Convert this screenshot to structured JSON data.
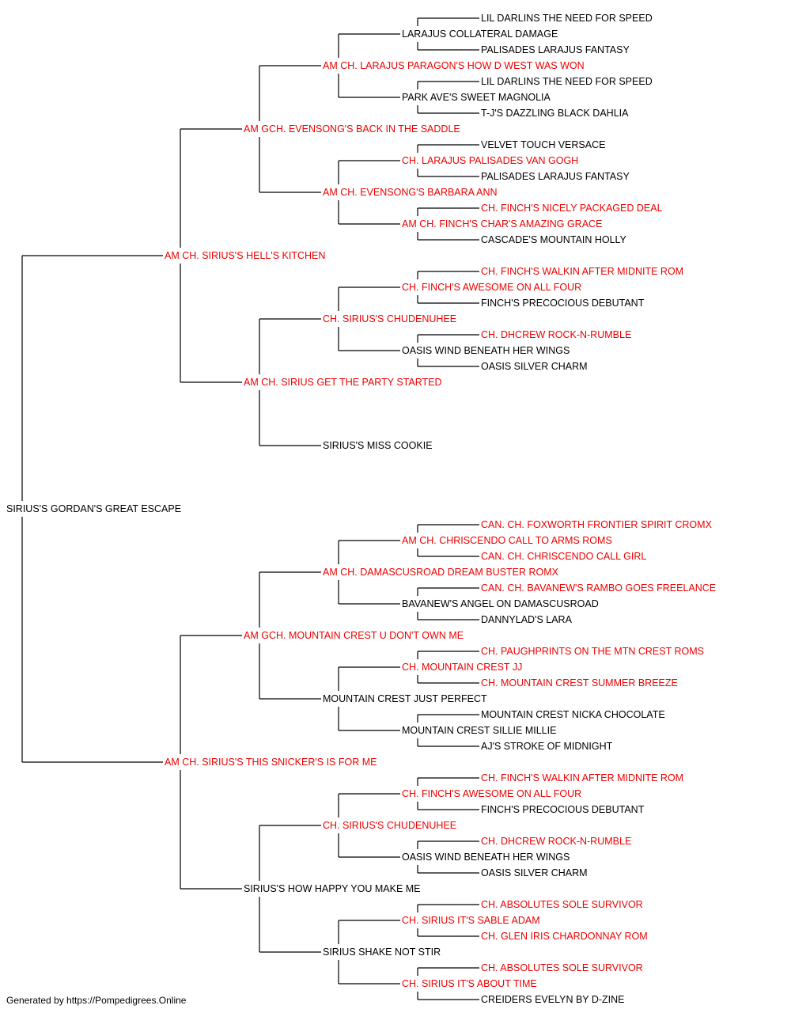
{
  "colors": {
    "champion": "#ee0000",
    "normal": "#000000",
    "line": "#000000"
  },
  "footer": "Generated by https://Pompedigrees.Online",
  "pedigree": {
    "name": "SIRIUS'S GORDAN'S GREAT ESCAPE",
    "champion": false,
    "sire": {
      "name": "AM CH. SIRIUS'S HELL'S KITCHEN",
      "champion": true,
      "sire": {
        "name": "AM GCH. EVENSONG'S BACK IN THE SADDLE",
        "champion": true,
        "sire": {
          "name": "AM CH. LARAJUS PARAGON'S HOW D WEST WAS WON",
          "champion": true,
          "sire": {
            "name": "LARAJUS COLLATERAL DAMAGE",
            "champion": false,
            "sire": {
              "name": "LIL DARLINS THE NEED FOR SPEED",
              "champion": false
            },
            "dam": {
              "name": "PALISADES LARAJUS FANTASY",
              "champion": false
            }
          },
          "dam": {
            "name": "PARK AVE'S SWEET MAGNOLIA",
            "champion": false,
            "sire": {
              "name": "LIL DARLINS THE NEED FOR SPEED",
              "champion": false
            },
            "dam": {
              "name": "T-J'S DAZZLING BLACK DAHLIA",
              "champion": false
            }
          }
        },
        "dam": {
          "name": "AM CH. EVENSONG'S BARBARA ANN",
          "champion": true,
          "sire": {
            "name": "CH. LARAJUS PALISADES VAN GOGH",
            "champion": true,
            "sire": {
              "name": "VELVET TOUCH VERSACE",
              "champion": false
            },
            "dam": {
              "name": "PALISADES LARAJUS FANTASY",
              "champion": false
            }
          },
          "dam": {
            "name": "AM CH. FINCH'S CHAR'S AMAZING GRACE",
            "champion": true,
            "sire": {
              "name": "CH. FINCH'S NICELY PACKAGED DEAL",
              "champion": true
            },
            "dam": {
              "name": "CASCADE'S MOUNTAIN HOLLY",
              "champion": false
            }
          }
        }
      },
      "dam": {
        "name": "AM CH. SIRIUS GET THE PARTY STARTED",
        "champion": true,
        "sire": {
          "name": "CH. SIRIUS'S CHUDENUHEE",
          "champion": true,
          "sire": {
            "name": "CH. FINCH'S AWESOME ON ALL FOUR",
            "champion": true,
            "sire": {
              "name": "CH. FINCH'S WALKIN AFTER MIDNITE ROM",
              "champion": true
            },
            "dam": {
              "name": "FINCH'S PRECOCIOUS DEBUTANT",
              "champion": false
            }
          },
          "dam": {
            "name": "OASIS WIND BENEATH HER WINGS",
            "champion": false,
            "sire": {
              "name": "CH. DHCREW ROCK-N-RUMBLE",
              "champion": true
            },
            "dam": {
              "name": "OASIS SILVER CHARM",
              "champion": false
            }
          }
        },
        "dam": {
          "name": "SIRIUS'S MISS COOKIE",
          "champion": false
        }
      }
    },
    "dam": {
      "name": "AM CH. SIRIUS'S THIS SNICKER'S IS FOR ME",
      "champion": true,
      "sire": {
        "name": "AM GCH. MOUNTAIN CREST U DON'T OWN ME",
        "champion": true,
        "sire": {
          "name": "AM CH. DAMASCUSROAD DREAM BUSTER ROMX",
          "champion": true,
          "sire": {
            "name": "AM CH. CHRISCENDO CALL TO ARMS ROMS",
            "champion": true,
            "sire": {
              "name": "CAN. CH. FOXWORTH FRONTIER SPIRIT CROMX",
              "champion": true
            },
            "dam": {
              "name": "CAN. CH. CHRISCENDO CALL GIRL",
              "champion": true
            }
          },
          "dam": {
            "name": "BAVANEW'S ANGEL ON DAMASCUSROAD",
            "champion": false,
            "sire": {
              "name": "CAN. CH. BAVANEW'S RAMBO GOES FREELANCE",
              "champion": true
            },
            "dam": {
              "name": "DANNYLAD'S LARA",
              "champion": false
            }
          }
        },
        "dam": {
          "name": "MOUNTAIN CREST JUST PERFECT",
          "champion": false,
          "sire": {
            "name": "CH. MOUNTAIN CREST JJ",
            "champion": true,
            "sire": {
              "name": "CH. PAUGHPRINTS ON THE MTN CREST ROMS",
              "champion": true
            },
            "dam": {
              "name": "CH. MOUNTAIN CREST SUMMER BREEZE",
              "champion": true
            }
          },
          "dam": {
            "name": "MOUNTAIN CREST SILLIE MILLIE",
            "champion": false,
            "sire": {
              "name": "MOUNTAIN CREST NICKA CHOCOLATE",
              "champion": false
            },
            "dam": {
              "name": "AJ'S STROKE OF MIDNIGHT",
              "champion": false
            }
          }
        }
      },
      "dam": {
        "name": "SIRIUS'S HOW HAPPY YOU MAKE ME",
        "champion": false,
        "sire": {
          "name": "CH. SIRIUS'S CHUDENUHEE",
          "champion": true,
          "sire": {
            "name": "CH. FINCH'S AWESOME ON ALL FOUR",
            "champion": true,
            "sire": {
              "name": "CH. FINCH'S WALKIN AFTER MIDNITE ROM",
              "champion": true
            },
            "dam": {
              "name": "FINCH'S PRECOCIOUS DEBUTANT",
              "champion": false
            }
          },
          "dam": {
            "name": "OASIS WIND BENEATH HER WINGS",
            "champion": false,
            "sire": {
              "name": "CH. DHCREW ROCK-N-RUMBLE",
              "champion": true
            },
            "dam": {
              "name": "OASIS SILVER CHARM",
              "champion": false
            }
          }
        },
        "dam": {
          "name": "SIRIUS SHAKE NOT STIR",
          "champion": false,
          "sire": {
            "name": "CH. SIRIUS IT'S SABLE ADAM",
            "champion": true,
            "sire": {
              "name": "CH. ABSOLUTES SOLE SURVIVOR",
              "champion": true
            },
            "dam": {
              "name": "CH. GLEN IRIS CHARDONNAY ROM",
              "champion": true
            }
          },
          "dam": {
            "name": "CH. SIRIUS IT'S ABOUT TIME",
            "champion": true,
            "sire": {
              "name": "CH. ABSOLUTES SOLE SURVIVOR",
              "champion": true
            },
            "dam": {
              "name": "CREIDERS EVELYN BY D-ZINE",
              "champion": false
            }
          }
        }
      }
    }
  }
}
